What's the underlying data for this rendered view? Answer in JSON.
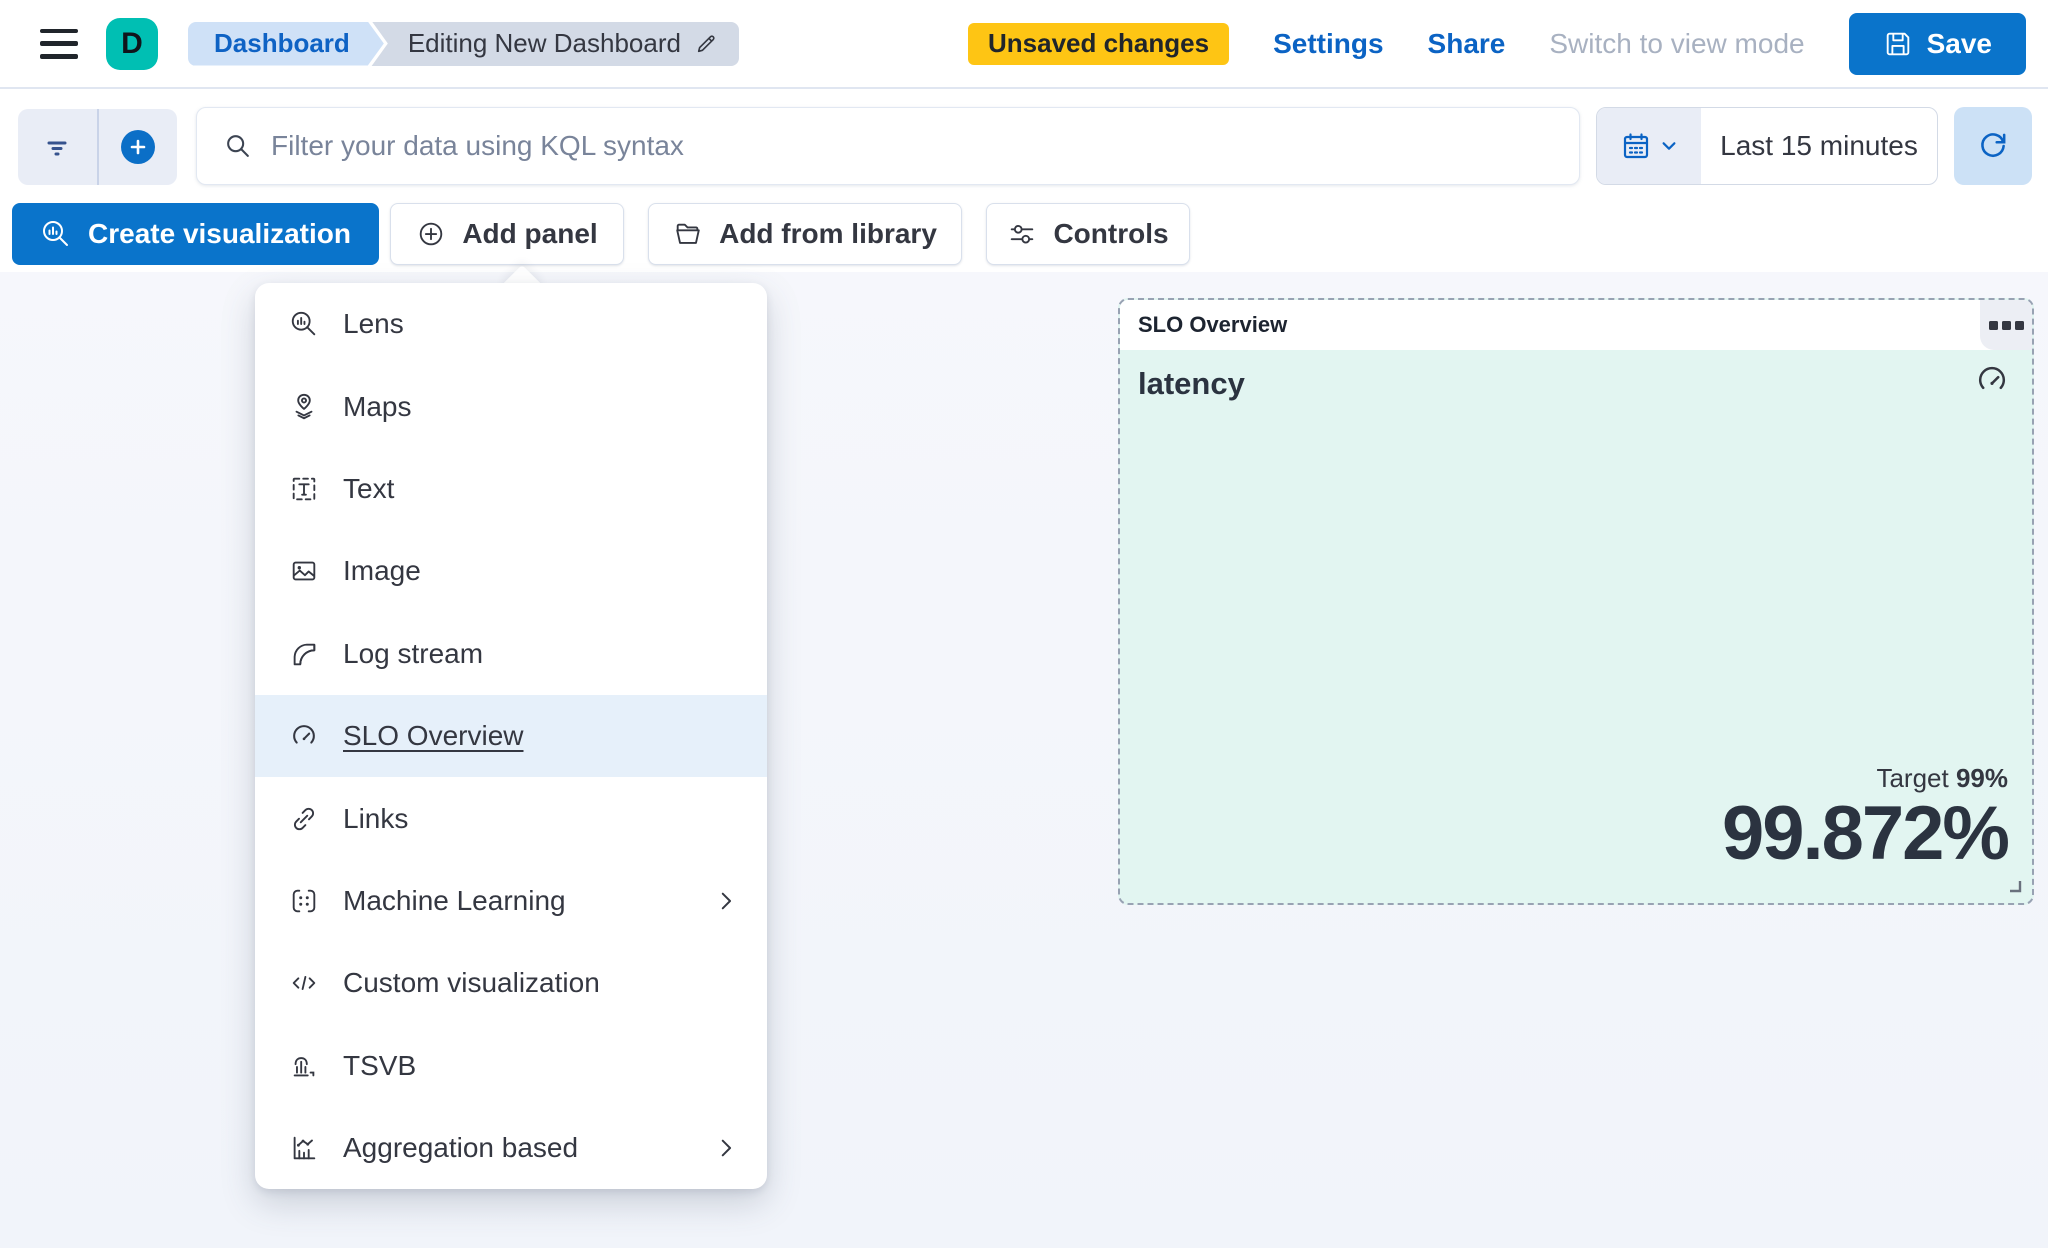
{
  "topbar": {
    "logo_letter": "D",
    "breadcrumbs": {
      "first": "Dashboard",
      "current": "Editing New Dashboard"
    },
    "unsaved_badge": "Unsaved changes",
    "settings_label": "Settings",
    "share_label": "Share",
    "switch_view_label": "Switch to view mode",
    "save_label": "Save"
  },
  "searchbar": {
    "kql_placeholder": "Filter your data using KQL syntax",
    "time_range": "Last 15 minutes"
  },
  "toolbar": {
    "create_visualization_label": "Create visualization",
    "add_panel_label": "Add panel",
    "add_from_library_label": "Add from library",
    "controls_label": "Controls"
  },
  "add_panel_menu": {
    "items": [
      {
        "label": "Lens",
        "icon": "lens-icon",
        "has_submenu": false,
        "selected": false
      },
      {
        "label": "Maps",
        "icon": "maps-icon",
        "has_submenu": false,
        "selected": false
      },
      {
        "label": "Text",
        "icon": "text-icon",
        "has_submenu": false,
        "selected": false
      },
      {
        "label": "Image",
        "icon": "image-icon",
        "has_submenu": false,
        "selected": false
      },
      {
        "label": "Log stream",
        "icon": "log-stream-icon",
        "has_submenu": false,
        "selected": false
      },
      {
        "label": "SLO Overview",
        "icon": "slo-overview-icon",
        "has_submenu": false,
        "selected": true
      },
      {
        "label": "Links",
        "icon": "links-icon",
        "has_submenu": false,
        "selected": false
      },
      {
        "label": "Machine Learning",
        "icon": "machine-learning-icon",
        "has_submenu": true,
        "selected": false
      },
      {
        "label": "Custom visualization",
        "icon": "custom-visualization-icon",
        "has_submenu": false,
        "selected": false
      },
      {
        "label": "TSVB",
        "icon": "tsvb-icon",
        "has_submenu": false,
        "selected": false
      },
      {
        "label": "Aggregation based",
        "icon": "aggregation-based-icon",
        "has_submenu": true,
        "selected": false
      }
    ]
  },
  "slo_panel": {
    "header_title": "SLO Overview",
    "metric_title": "latency",
    "target_label": "Target",
    "target_value": "99%",
    "value": "99.872%"
  },
  "colors": {
    "primary_button": "#0A74CB",
    "link_blue": "#0B63C4",
    "space_teal": "#00BFB3",
    "warning_yellow": "#FEC514",
    "panel_teal_bg": "#E2F5F1",
    "menu_hover_bg": "#E6F0FA",
    "dashed_border": "#98A2B3",
    "text_dark": "#343741"
  }
}
